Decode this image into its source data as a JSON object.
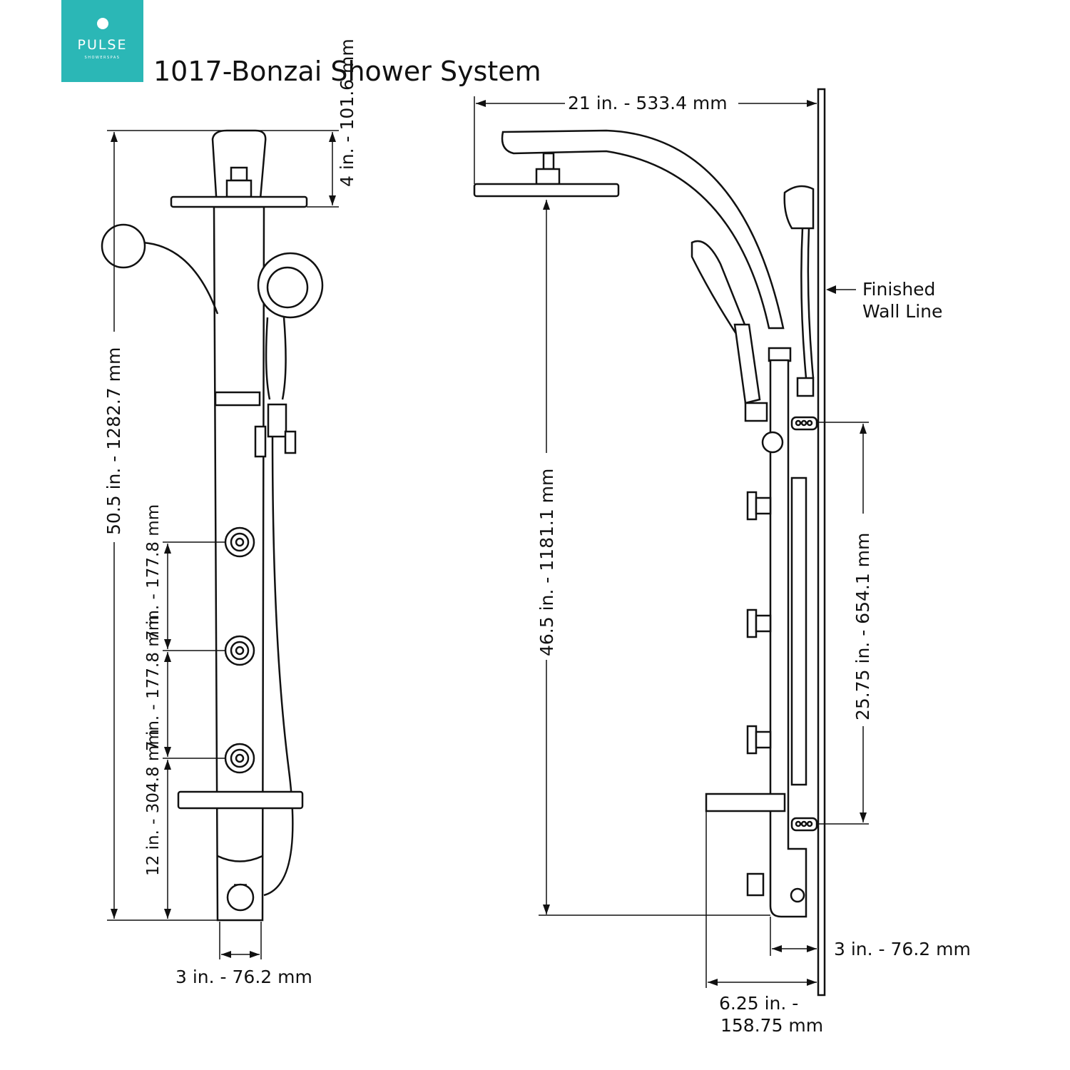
{
  "logo": {
    "brand": "PULSE",
    "tagline": "SHOWERSPAS",
    "color": "#2bb7b6"
  },
  "title": "1017-Bonzai Shower System",
  "front_view": {
    "overall_height": "50.5 in. - 1282.7 mm",
    "head_height": "4 in. - 101.6 mm",
    "jet_spacing_1": "7 in. - 177.8 mm",
    "jet_spacing_2": "7 in. - 177.8 mm",
    "bottom_jet_height": "12 in. - 304.8 mm",
    "panel_width": "3 in. - 76.2 mm"
  },
  "side_view": {
    "arm_reach": "21 in. - 533.4 mm",
    "head_to_bottom": "46.5 in. - 1181.1 mm",
    "jet_zone": "25.75 in. - 654.1 mm",
    "wall_line_1": "Finished",
    "wall_line_2": "Wall Line",
    "panel_depth": "3 in. - 76.2 mm",
    "total_depth_1": "6.25 in. -",
    "total_depth_2": "158.75 mm"
  }
}
